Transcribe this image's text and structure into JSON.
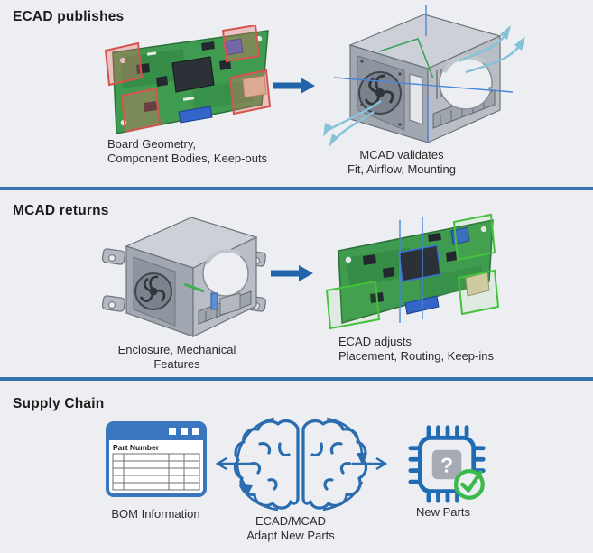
{
  "colors": {
    "background": "#edeef2",
    "divider_blue": "#3573ad",
    "arrow_blue": "#2264ac",
    "keepout_red": "#d5544c",
    "keepin_green": "#44c23a",
    "airflow_teal": "#85c3d8",
    "brain_blue": "#2a6cae",
    "chip_blue": "#1f6cb5",
    "check_green": "#3cb94d",
    "bom_blue": "#3a76bf",
    "pcb_green": "#3f9b4f"
  },
  "icons": {
    "section1_left": "pcb-with-red-keepouts",
    "section1_right": "enclosure-with-airflow-arrows",
    "section2_left": "enclosure-with-mounting-tabs",
    "section2_right": "pcb-with-green-keepins",
    "section3_left": "bom-table-window-icon",
    "section3_middle": "brain-sync-cycle-icon",
    "section3_right": "chip-question-check-icon"
  },
  "sections": [
    {
      "title": "ECAD publishes",
      "left_caption_line1": "Board Geometry,",
      "left_caption_line2": "Component Bodies, Keep-outs",
      "right_caption_line1": "MCAD validates",
      "right_caption_line2": "Fit, Airflow, Mounting"
    },
    {
      "title": "MCAD returns",
      "left_caption_line1": "Enclosure, Mechanical",
      "left_caption_line2": "Features",
      "right_caption_line1": "ECAD adjusts",
      "right_caption_line2": "Placement, Routing, Keep-ins"
    },
    {
      "title": "Supply Chain",
      "bom": {
        "label": "BOM Information",
        "table_header": "Part Number"
      },
      "brain": {
        "caption_line1": "ECAD/MCAD",
        "caption_line2": "Adapt New Parts"
      },
      "chip": {
        "label": "New Parts",
        "glyph": "?"
      }
    }
  ]
}
